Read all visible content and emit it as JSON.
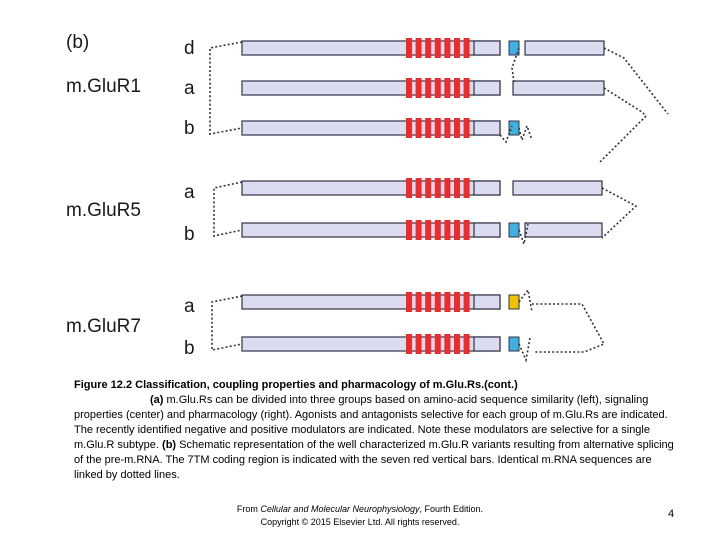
{
  "panel_label": "(b)",
  "groups": [
    {
      "name": "m.GluR1",
      "isoforms": [
        {
          "label": "d",
          "cterm": "blue",
          "tail": "long"
        },
        {
          "label": "a",
          "cterm": "none",
          "tail": "long"
        },
        {
          "label": "b",
          "cterm": "blue",
          "tail": "short"
        }
      ]
    },
    {
      "name": "m.GluR5",
      "isoforms": [
        {
          "label": "a",
          "cterm": "none",
          "tail": "long"
        },
        {
          "label": "b",
          "cterm": "blue",
          "tail": "long"
        }
      ]
    },
    {
      "name": "m.GluR7",
      "isoforms": [
        {
          "label": "a",
          "cterm": "yellow",
          "tail": "short"
        },
        {
          "label": "b",
          "cterm": "blue",
          "tail": "short"
        }
      ]
    }
  ],
  "colors": {
    "domain_fill": "#dcdcf0",
    "domain_stroke": "#333344",
    "tm_red": "#ee2a2a",
    "cterm_blue": "#3fb0e0",
    "cterm_yellow": "#f2c200",
    "dotted_line": "#333333"
  },
  "caption": {
    "title": "Figure 12.2 Classification, coupling properties and pharmacology of m.Glu.Rs.(cont.)",
    "body_prefix": "(a)",
    "body_mid": " m.Glu.Rs can be divided into three groups based on amino-acid sequence similarity (left), signaling properties (center) and pharmacology (right). Agonists and antagonists selective for each group of m.Glu.Rs are indicated. The recently identified negative and positive modulators are indicated. Note these modulators are selective for a single m.Glu.R subtype. ",
    "body_prefix2": "(b)",
    "body_end": " Schematic representation of the well characterized m.Glu.R variants resulting from alternative splicing of the pre-m.RNA. The 7TM coding region is indicated with the seven red vertical bars. Identical m.RNA sequences are linked by dotted lines."
  },
  "credit": {
    "from": "From ",
    "book": "Cellular and Molecular Neurophysiology",
    "edition": ", Fourth Edition.",
    "copyright": "Copyright © 2015 Elsevier Ltd. All rights reserved."
  },
  "page_number": "4"
}
